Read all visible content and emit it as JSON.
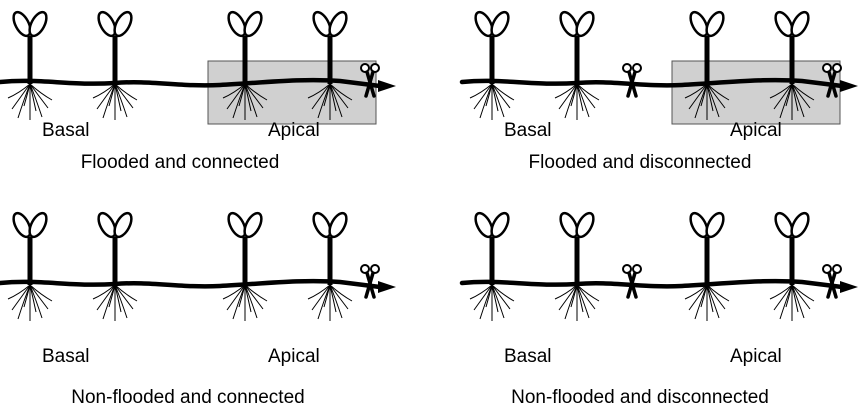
{
  "panels": [
    {
      "basal": "Basal",
      "apical": "Apical",
      "caption": "Flooded and connected",
      "flooded": true,
      "disconnected": false
    },
    {
      "basal": "Basal",
      "apical": "Apical",
      "caption": "Flooded and disconnected",
      "flooded": true,
      "disconnected": true
    },
    {
      "basal": "Basal",
      "apical": "Apical",
      "caption": "Non-flooded and connected",
      "flooded": false,
      "disconnected": false
    },
    {
      "basal": "Basal",
      "apical": "Apical",
      "caption": "Non-flooded and disconnected",
      "flooded": false,
      "disconnected": true
    }
  ],
  "colors": {
    "ink": "#000000",
    "flood_fill": "#c8c8c8",
    "flood_border": "#555555"
  },
  "icons": {
    "cut": "scissors-icon",
    "plant": "plant-shoot-icon",
    "growth": "arrow-head-icon"
  }
}
